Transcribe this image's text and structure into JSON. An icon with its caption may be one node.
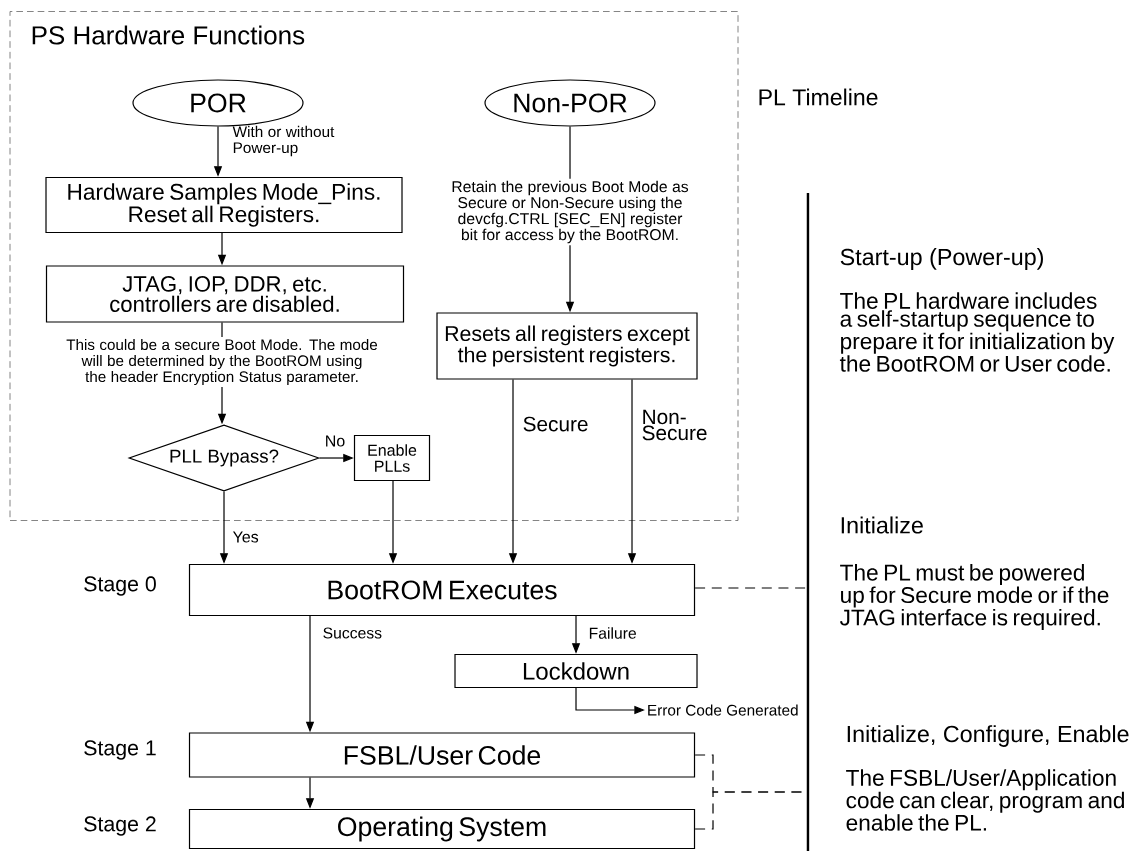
{
  "diagram": {
    "nodes": [
      {
        "text": [
          "PS Hardware Functions"
        ]
      },
      {
        "text": [
          "POR"
        ],
        "in": 0
      },
      {
        "text": [
          "Non-POR"
        ],
        "in": 0
      },
      {
        "text": [
          "Hardware Samples Mode_Pins. Reset all Registers."
        ],
        "in": 0
      },
      {
        "text": [
          "JTAG, IOP, DDR, etc. controllers are disabled."
        ],
        "in": 0
      },
      {
        "text": [
          "PLL Bypass?"
        ],
        "in": 0
      },
      {
        "text": [
          "Enable PLLs"
        ],
        "in": 0
      },
      {
        "text": [
          "Resets all registers except the persistent registers."
        ],
        "in": 0
      },
      {
        "text": [
          "BootROM Executes"
        ],
        "beside": [
          "Stage 0"
        ]
      },
      {
        "text": [
          "Lockdown"
        ]
      },
      {
        "text": [
          "FSBL/User Code"
        ],
        "beside": [
          "Stage 1"
        ]
      },
      {
        "text": [
          "Operating System"
        ],
        "beside": [
          "Stage 2"
        ]
      },
      {
        "text": [
          "Error Code Generated"
        ]
      },
      {
        "text": [],
        "shape": "bar"
      }
    ],
    "edges": [
      {
        "from": 1,
        "to": 3,
        "arrow": "to",
        "label": "With or without Power-up"
      },
      {
        "from": 2,
        "to": 7,
        "arrow": "to",
        "label": "Retain the previous Boot Mode as Secure or Non-Secure using the devcfg.CTRL [SEC_EN] register bit for access by the BootROM."
      },
      {
        "from": 3,
        "to": 4,
        "arrow": "to"
      },
      {
        "from": 4,
        "to": 5,
        "arrow": "to",
        "label": "This could be a secure Boot Mode. The mode will be determined by the BootROM using the header Encryption Status parameter."
      },
      {
        "from": 5,
        "to": 6,
        "arrow": "to",
        "label": "No"
      },
      {
        "from": 5,
        "to": 8,
        "arrow": "to",
        "label": "Yes"
      },
      {
        "from": 6,
        "to": 8,
        "arrow": "to"
      },
      {
        "from": 7,
        "to": 8,
        "arrow": "to",
        "label": "Secure"
      },
      {
        "from": 7,
        "to": 8,
        "arrow": "to",
        "label": "Non-Secure"
      },
      {
        "from": 8,
        "to": 10,
        "arrow": "to",
        "label": "Success"
      },
      {
        "from": 8,
        "to": 9,
        "arrow": "to",
        "label": "Failure"
      },
      {
        "from": 9,
        "to": 12,
        "arrow": "to"
      },
      {
        "from": 10,
        "to": 11,
        "arrow": "to"
      },
      {
        "from": 8,
        "to": 13,
        "arrow": "none",
        "style": "dashed"
      },
      {
        "from": 10,
        "to": 13,
        "arrow": "none",
        "style": "dashed"
      },
      {
        "from": 11,
        "to": 13,
        "arrow": "none",
        "style": "dashed"
      }
    ],
    "labels": [
      "PL Timeline",
      "Start-up (Power-up)",
      "The PL hardware includes a self-startup sequence to prepare it for initialization by the BootROM or User code.",
      "Initialize",
      "The PL must be powered up for Secure mode or if the JTAG interface is required.",
      "Initialize, Configure, Enable",
      "The FSBL/User/Application code can clear, program and enable the PL."
    ]
  }
}
